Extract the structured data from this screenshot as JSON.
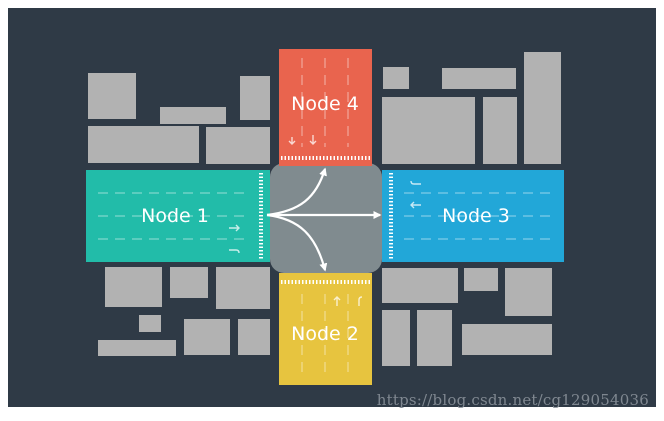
{
  "diagram": {
    "colors": {
      "background": "#2f3a46",
      "block": "#b2b2b2",
      "intersection": "#808b8f",
      "arrow": "#ffffff",
      "lane_mark": "#ffffff",
      "node_4": "#e9644e",
      "node_1": "#22bca9",
      "node_3": "#22a7d8",
      "node_2": "#e7c43f"
    },
    "nodes": [
      {
        "id": "node_4",
        "label": "Node 4"
      },
      {
        "id": "node_1",
        "label": "Node 1"
      },
      {
        "id": "node_3",
        "label": "Node 3"
      },
      {
        "id": "node_2",
        "label": "Node 2"
      }
    ],
    "connections": [
      {
        "from": "Node 1",
        "to": "Node 4"
      },
      {
        "from": "Node 1",
        "to": "Node 3"
      },
      {
        "from": "Node 1",
        "to": "Node 2"
      }
    ],
    "watermark": "https://blog.csdn.net/cg129054036"
  }
}
